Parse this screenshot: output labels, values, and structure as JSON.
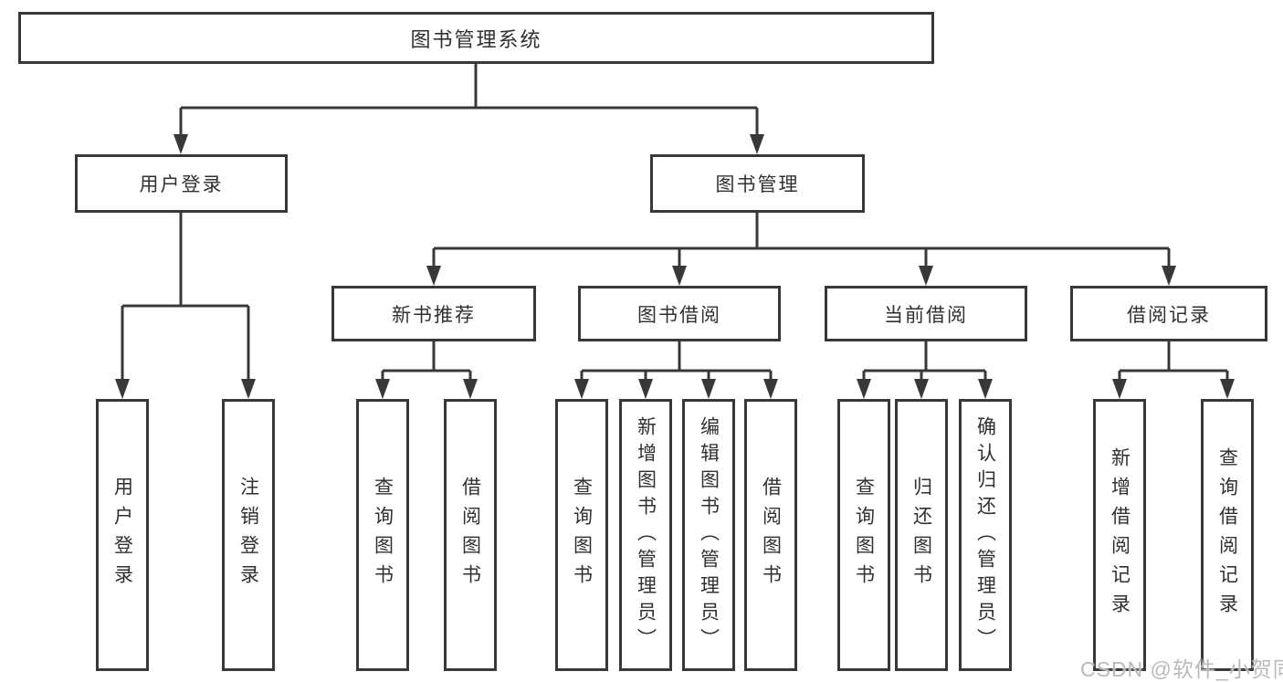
{
  "tree": {
    "root": "图书管理系统",
    "branches": [
      {
        "label": "用户登录",
        "children": [
          "用户登录",
          "注销登录"
        ]
      },
      {
        "label": "图书管理",
        "sections": [
          {
            "label": "新书推荐",
            "children": [
              "查询图书",
              "借阅图书"
            ]
          },
          {
            "label": "图书借阅",
            "children": [
              "查询图书",
              "新增图书（管理员）",
              "编辑图书（管理员）",
              "借阅图书"
            ]
          },
          {
            "label": "当前借阅",
            "children": [
              "查询图书",
              "归还图书",
              "确认归还（管理员）"
            ]
          },
          {
            "label": "借阅记录",
            "children": [
              "新增借阅记录",
              "查询借阅记录"
            ]
          }
        ]
      }
    ]
  },
  "watermark": "CSDN @软件_小贺同学",
  "colors": {
    "line": "#383838",
    "box_border": "#383838",
    "text": "#303030",
    "watermark": "#b9b9b9",
    "background": "#ffffff"
  }
}
